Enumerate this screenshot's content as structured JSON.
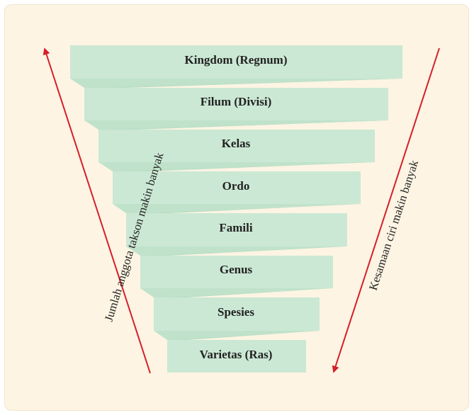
{
  "levels": [
    "Kingdom (Regnum)",
    "Filum (Divisi)",
    "Kelas",
    "Ordo",
    "Famili",
    "Genus",
    "Spesies",
    "Varietas (Ras)"
  ],
  "left_label": "Jumlah anggota takson makin banyak",
  "right_label": "Kesamaan ciri makin banyak",
  "colors": {
    "background": "#fdf4e3",
    "band": "#cbe8d4",
    "band_fold": "#b9dfc6",
    "arrow": "#d51f2a"
  }
}
